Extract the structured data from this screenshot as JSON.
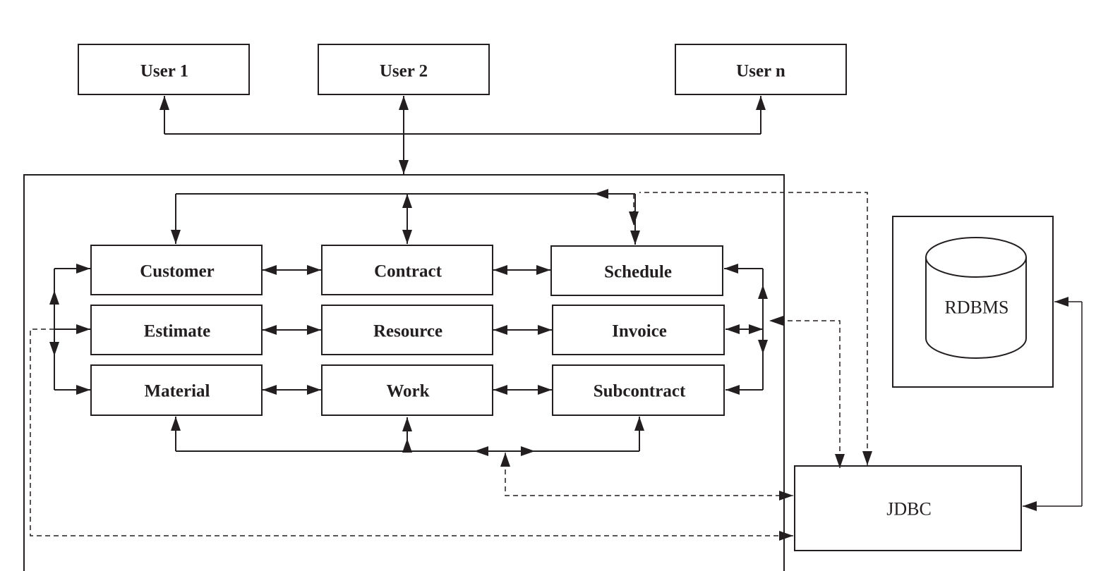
{
  "users": [
    "User 1",
    "User 2",
    "User n"
  ],
  "modules": {
    "row1": [
      "Customer",
      "Contract",
      "Schedule"
    ],
    "row2": [
      "Estimate",
      "Resource",
      "Invoice"
    ],
    "row3": [
      "Material",
      "Work",
      "Subcontract"
    ]
  },
  "database": {
    "label": "RDBMS"
  },
  "connector": {
    "label": "JDBC"
  },
  "colors": {
    "stroke": "#231f20",
    "background": "#ffffff"
  }
}
